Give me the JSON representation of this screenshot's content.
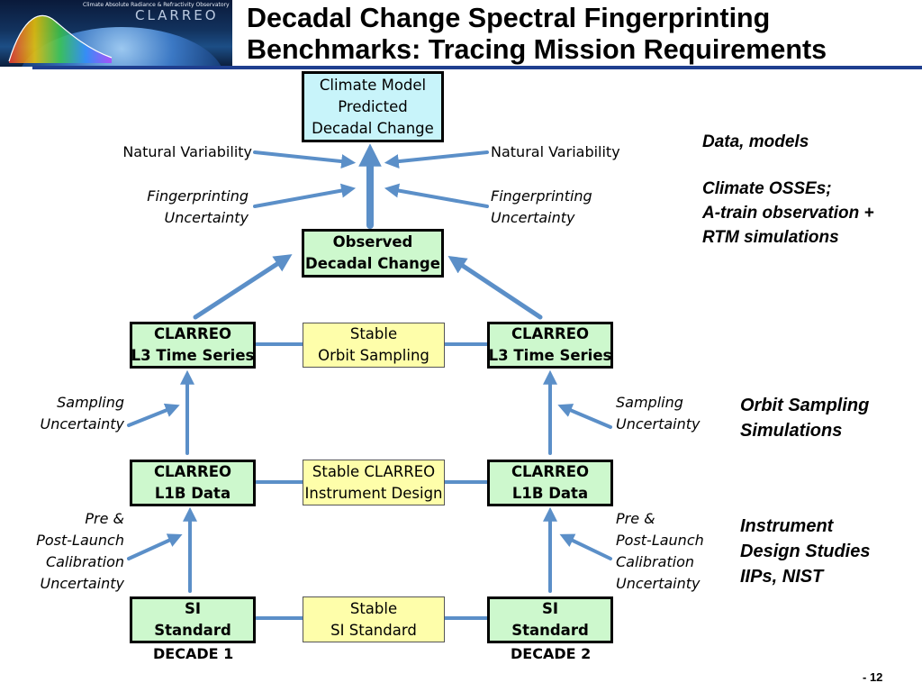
{
  "header": {
    "title_lines": [
      "Decadal Change Spectral Fingerprinting",
      "Benchmarks: Tracing Mission Requirements"
    ],
    "logo_tagline": "Climate Absolute Radiance & Refractivity Observatory",
    "logo_wordmark": "CLARREO"
  },
  "boxes": {
    "climate_model": [
      "Climate Model",
      "Predicted",
      "Decadal Change"
    ],
    "observed": [
      "Observed",
      "Decadal Change"
    ],
    "l3_left": [
      "CLARREO",
      "L3 Time Series"
    ],
    "l3_right": [
      "CLARREO",
      "L3 Time Series"
    ],
    "stable_orbit": [
      "Stable",
      "Orbit Sampling"
    ],
    "l1b_left": [
      "CLARREO",
      "L1B Data"
    ],
    "l1b_right": [
      "CLARREO",
      "L1B Data"
    ],
    "stable_instrument": [
      "Stable CLARREO",
      "Instrument Design"
    ],
    "si_left": [
      "SI",
      "Standard"
    ],
    "si_right": [
      "SI",
      "Standard"
    ],
    "stable_si": [
      "Stable",
      "SI Standard"
    ]
  },
  "labels": {
    "natural_variability_left": "Natural Variability",
    "natural_variability_right": "Natural Variability",
    "fingerprinting_left": [
      "Fingerprinting",
      "Uncertainty"
    ],
    "fingerprinting_right": [
      "Fingerprinting",
      "Uncertainty"
    ],
    "sampling_left": [
      "Sampling",
      "Uncertainty"
    ],
    "sampling_right": [
      "Sampling",
      "Uncertainty"
    ],
    "calibration_left": [
      "Pre &",
      "Post-Launch",
      "Calibration",
      "Uncertainty"
    ],
    "calibration_right": [
      "Pre &",
      "Post-Launch",
      "Calibration",
      "Uncertainty"
    ],
    "decade_1": "DECADE 1",
    "decade_2": "DECADE 2"
  },
  "side_notes": {
    "data_models": "Data, models",
    "osse": [
      "Climate OSSEs;",
      "A-train observation +",
      "RTM simulations"
    ],
    "orbit_sampling": [
      "Orbit Sampling",
      "Simulations"
    ],
    "instrument": [
      "Instrument",
      "Design Studies",
      "IIPs, NIST"
    ]
  },
  "page_number": "- 12",
  "colors": {
    "arrow": "#5b8fc8",
    "rule": "#1f3f8f",
    "cyan_box": "#c8f4fa",
    "green_box": "#cdf8cd",
    "yellow_box": "#fefeaa"
  }
}
